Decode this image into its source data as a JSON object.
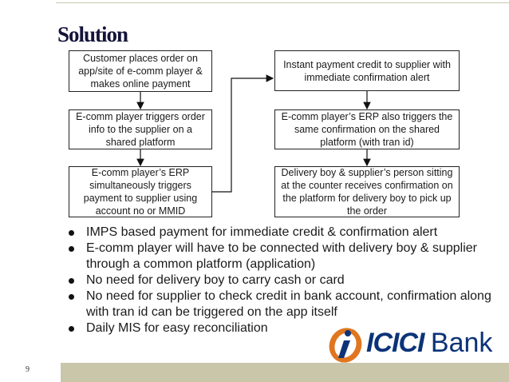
{
  "title": "Solution",
  "flow": {
    "left": [
      "Customer places order on app/site of e-comm player & makes online payment",
      "E-comm player triggers order info to the supplier on a shared platform",
      "E-comm player’s ERP simultaneously triggers payment to supplier using account no or MMID"
    ],
    "right": [
      "Instant payment credit to supplier with immediate confirmation alert",
      "E-comm player’s ERP also triggers the same confirmation on the shared platform (with tran id)",
      "Delivery boy & supplier’s person sitting at the counter receives confirmation on the platform for delivery boy to pick up the order"
    ]
  },
  "bullets": [
    "IMPS based payment for immediate credit & confirmation alert",
    "E-comm player will have to be connected with delivery boy & supplier through a common platform (application)",
    "No need for delivery boy to carry cash or card",
    "No need for supplier to check credit in bank account, confirmation along with tran id can be triggered on the app itself",
    "Daily MIS for easy reconciliation"
  ],
  "logo": {
    "brand": "ICICI",
    "suffix": "Bank",
    "brand_color": "#0b3378",
    "accent_color": "#e0761f"
  },
  "page_number": "9",
  "colors": {
    "footer_bar": "#c9c6aa",
    "title": "#14143a"
  }
}
